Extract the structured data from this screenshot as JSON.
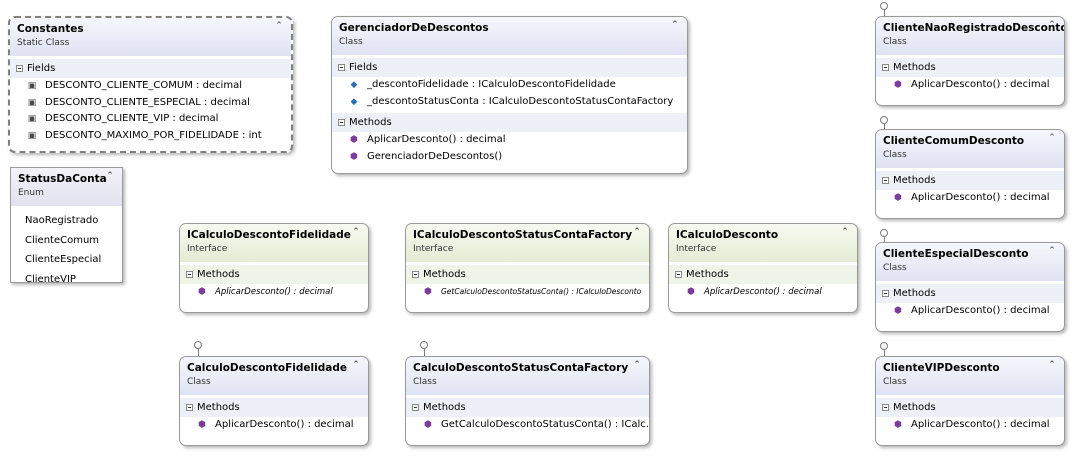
{
  "classes": {
    "constantes": {
      "name": "Constantes",
      "stereotype": "Static Class",
      "section": "Fields",
      "members": [
        "DESCONTO_CLIENTE_COMUM : decimal",
        "DESCONTO_CLIENTE_ESPECIAL : decimal",
        "DESCONTO_CLIENTE_VIP : decimal",
        "DESCONTO_MAXIMO_POR_FIDELIDADE : int"
      ]
    },
    "status_conta": {
      "name": "StatusDaConta",
      "stereotype": "Enum",
      "values": [
        "NaoRegistrado",
        "ClienteComum",
        "ClienteEspecial",
        "ClienteVIP"
      ]
    },
    "gerenciador": {
      "name": "GerenciadorDeDescontos",
      "stereotype": "Class",
      "fields_label": "Fields",
      "fields": [
        "_descontoFidelidade : ICalculoDescontoFidelidade",
        "_descontoStatusConta : ICalculoDescontoStatusContaFactory"
      ],
      "methods_label": "Methods",
      "methods": [
        "AplicarDesconto() : decimal",
        "GerenciadorDeDescontos()"
      ]
    },
    "i_fidelidade": {
      "name": "ICalculoDescontoFidelidade",
      "stereotype": "Interface",
      "methods_label": "Methods",
      "methods": [
        "AplicarDesconto() : decimal"
      ]
    },
    "i_factory": {
      "name": "ICalculoDescontoStatusContaFactory",
      "stereotype": "Interface",
      "methods_label": "Methods",
      "methods": [
        "GetCalculoDescontoStatusConta() : ICalculoDesconto"
      ]
    },
    "i_desconto": {
      "name": "ICalculoDesconto",
      "stereotype": "Interface",
      "methods_label": "Methods",
      "methods": [
        "AplicarDesconto() : decimal"
      ]
    },
    "calc_fidelidade": {
      "name": "CalculoDescontoFidelidade",
      "stereotype": "Class",
      "methods_label": "Methods",
      "methods": [
        "AplicarDesconto() : decimal"
      ]
    },
    "calc_factory": {
      "name": "CalculoDescontoStatusContaFactory",
      "stereotype": "Class",
      "methods_label": "Methods",
      "methods": [
        "GetCalculoDescontoStatusConta() : ICalc..."
      ]
    },
    "nao_registrado": {
      "name": "ClienteNaoRegistradoDesconto",
      "stereotype": "Class",
      "methods_label": "Methods",
      "methods": [
        "AplicarDesconto() : decimal"
      ]
    },
    "comum": {
      "name": "ClienteComumDesconto",
      "stereotype": "Class",
      "methods_label": "Methods",
      "methods": [
        "AplicarDesconto() : decimal"
      ]
    },
    "especial": {
      "name": "ClienteEspecialDesconto",
      "stereotype": "Class",
      "methods_label": "Methods",
      "methods": [
        "AplicarDesconto() : decimal"
      ]
    },
    "vip": {
      "name": "ClienteVIPDesconto",
      "stereotype": "Class",
      "methods_label": "Methods",
      "methods": [
        "AplicarDesconto() : decimal"
      ]
    }
  },
  "icons": {
    "collapse": "double-chevron-up-icon",
    "section_toggle": "minus-box-icon",
    "method": "method-cube-icon",
    "field": "field-lock-icon",
    "constant": "constant-icon",
    "interface_marker": "lollipop-icon"
  },
  "colors": {
    "class_header": "#dfe2f2",
    "interface_header": "#e5ebd4",
    "method_icon": "#7a3d9e",
    "field_icon": "#2a6fb5"
  }
}
